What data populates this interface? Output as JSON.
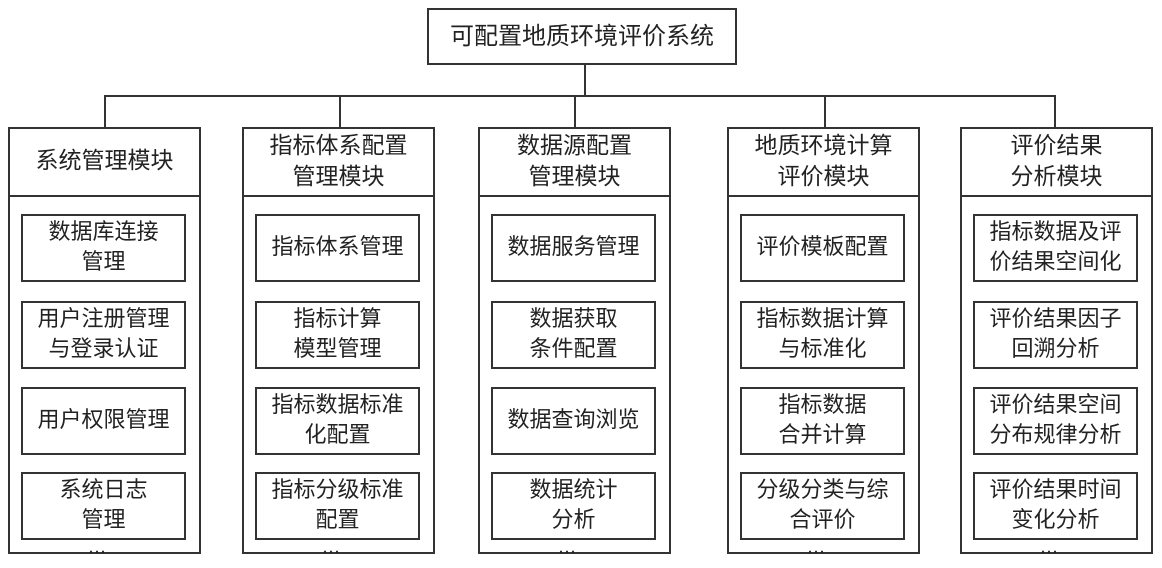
{
  "root": {
    "label": "可配置地质环境评价系统"
  },
  "modules": [
    {
      "title": "系统管理模块",
      "items": [
        "数据库连接\n管理",
        "用户注册管理\n与登录认证",
        "用户权限管理",
        "系统日志\n管理"
      ]
    },
    {
      "title": "指标体系配置\n管理模块",
      "items": [
        "指标体系管理",
        "指标计算\n模型管理",
        "指标数据标准\n化配置",
        "指标分级标准\n配置"
      ]
    },
    {
      "title": "数据源配置\n管理模块",
      "items": [
        "数据服务管理",
        "数据获取\n条件配置",
        "数据查询浏览",
        "数据统计\n分析"
      ]
    },
    {
      "title": "地质环境计算\n评价模块",
      "items": [
        "评价模板配置",
        "指标数据计算\n与标准化",
        "指标数据\n合并计算",
        "分级分类与综\n合评价"
      ]
    },
    {
      "title": "评价结果\n分析模块",
      "items": [
        "指标数据及评\n价结果空间化",
        "评价结果因子\n回溯分析",
        "评价结果空间\n分布规律分析",
        "评价结果时间\n变化分析"
      ]
    }
  ],
  "ellipsis": "…"
}
